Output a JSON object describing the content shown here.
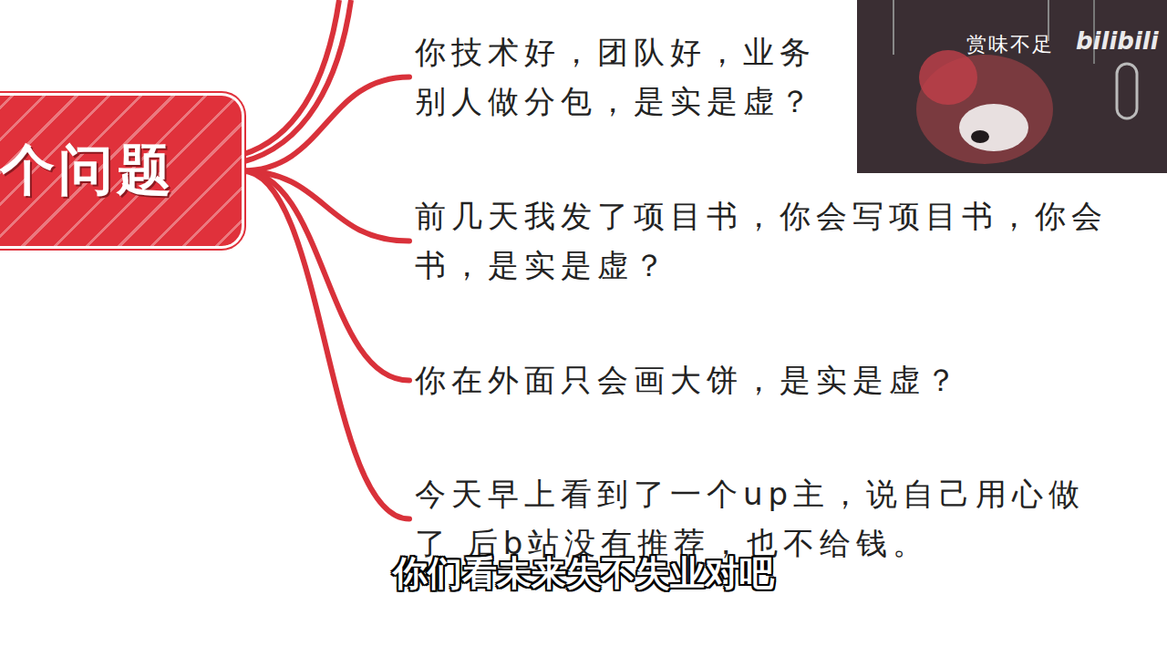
{
  "diagram": {
    "nodes": [
      {
        "text": [
          "个问题"
        ]
      },
      {
        "text": [
          "你技术好，团队好，业务 别人做分包，是实是虚？"
        ]
      },
      {
        "text": [
          "前几天我发了项目书，你会写项目书，你会 书，是实是虚？"
        ]
      },
      {
        "text": [
          "你在外面只会画大饼，是实是虚？"
        ]
      },
      {
        "text": [
          "今天早上看到了一个up主，说自己用心做了 后b站没有推荐，也不给钱。"
        ]
      }
    ],
    "edges": [
      {
        "from": 0,
        "to": 1,
        "arrow": "none"
      },
      {
        "from": 0,
        "to": 2,
        "arrow": "none"
      },
      {
        "from": 0,
        "to": 3,
        "arrow": "none"
      },
      {
        "from": 0,
        "to": 4,
        "arrow": "none"
      }
    ],
    "labels": [
      "赏味不足",
      "bilibili",
      "你们看未来失不失业对吧"
    ]
  }
}
